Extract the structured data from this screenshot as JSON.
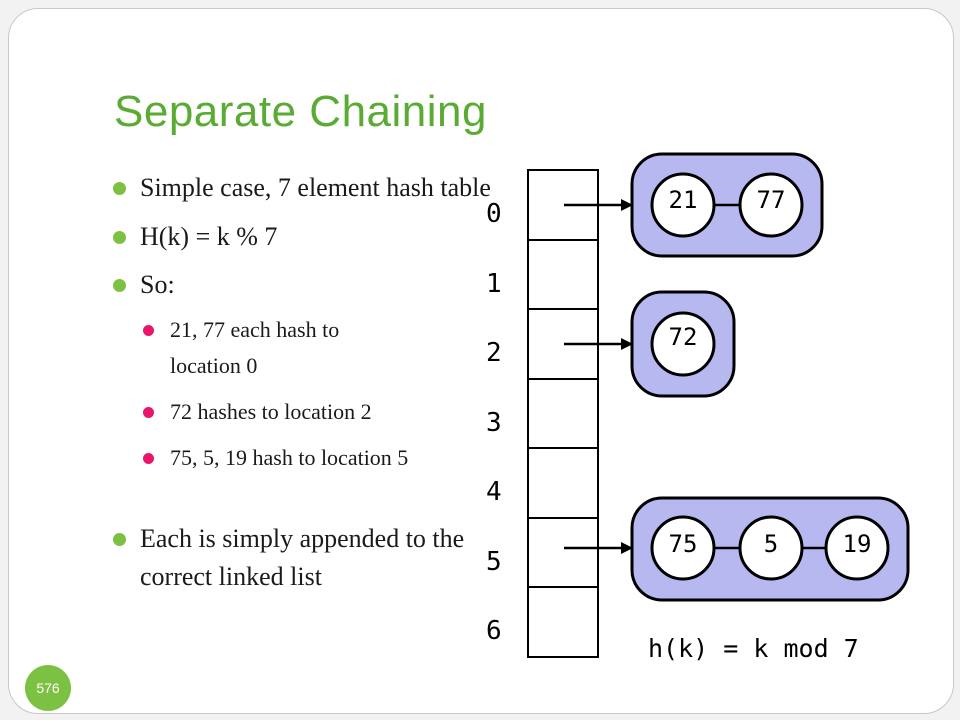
{
  "slide": {
    "title": "Separate Chaining",
    "number": "576",
    "bullets": {
      "b1": "Simple case, 7 element hash table",
      "b2": "H(k) = k % 7",
      "b3": "So:",
      "sub1": "21, 77 each hash to location 0",
      "sub2": "72 hashes to location 2",
      "sub3": "75, 5, 19 hash to location 5",
      "b4": "Each is simply appended to the correct linked list"
    }
  },
  "diagram": {
    "indices": [
      "0",
      "1",
      "2",
      "3",
      "4",
      "5",
      "6"
    ],
    "chains": {
      "c0": [
        "21",
        "77"
      ],
      "c2": [
        "72"
      ],
      "c5": [
        "75",
        "5",
        "19"
      ]
    },
    "formula": "h(k) = k mod 7",
    "colors": {
      "chain_fill": "#b8b8f0",
      "stroke": "#000000"
    }
  }
}
